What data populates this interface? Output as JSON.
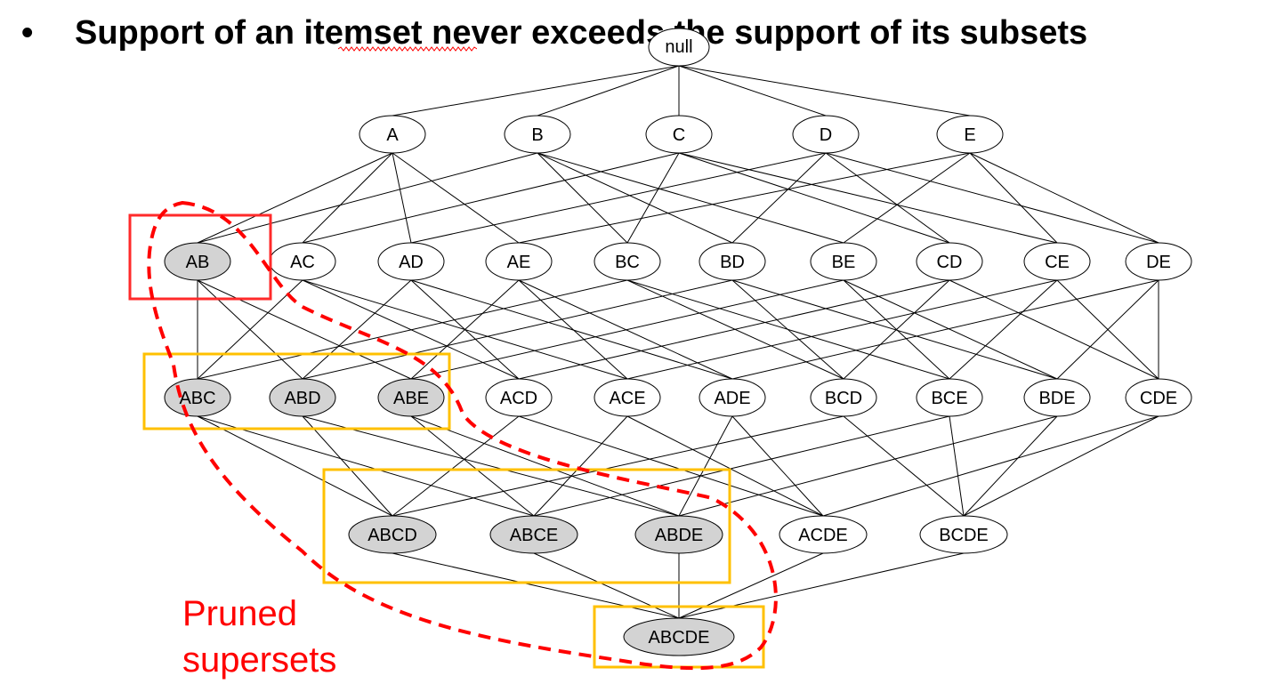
{
  "slide": {
    "bullet": "•",
    "title": "Support of an itemset never exceeds the support of its subsets"
  },
  "annotation": {
    "label": "Pruned\nsupersets",
    "color": "#ff0000"
  },
  "lattice": {
    "levels": [
      [
        {
          "id": "null",
          "label": "null",
          "pruned": false
        }
      ],
      [
        {
          "id": "A",
          "label": "A",
          "pruned": false
        },
        {
          "id": "B",
          "label": "B",
          "pruned": false
        },
        {
          "id": "C",
          "label": "C",
          "pruned": false
        },
        {
          "id": "D",
          "label": "D",
          "pruned": false
        },
        {
          "id": "E",
          "label": "E",
          "pruned": false
        }
      ],
      [
        {
          "id": "AB",
          "label": "AB",
          "pruned": true
        },
        {
          "id": "AC",
          "label": "AC",
          "pruned": false
        },
        {
          "id": "AD",
          "label": "AD",
          "pruned": false
        },
        {
          "id": "AE",
          "label": "AE",
          "pruned": false
        },
        {
          "id": "BC",
          "label": "BC",
          "pruned": false
        },
        {
          "id": "BD",
          "label": "BD",
          "pruned": false
        },
        {
          "id": "BE",
          "label": "BE",
          "pruned": false
        },
        {
          "id": "CD",
          "label": "CD",
          "pruned": false
        },
        {
          "id": "CE",
          "label": "CE",
          "pruned": false
        },
        {
          "id": "DE",
          "label": "DE",
          "pruned": false
        }
      ],
      [
        {
          "id": "ABC",
          "label": "ABC",
          "pruned": true
        },
        {
          "id": "ABD",
          "label": "ABD",
          "pruned": true
        },
        {
          "id": "ABE",
          "label": "ABE",
          "pruned": true
        },
        {
          "id": "ACD",
          "label": "ACD",
          "pruned": false
        },
        {
          "id": "ACE",
          "label": "ACE",
          "pruned": false
        },
        {
          "id": "ADE",
          "label": "ADE",
          "pruned": false
        },
        {
          "id": "BCD",
          "label": "BCD",
          "pruned": false
        },
        {
          "id": "BCE",
          "label": "BCE",
          "pruned": false
        },
        {
          "id": "BDE",
          "label": "BDE",
          "pruned": false
        },
        {
          "id": "CDE",
          "label": "CDE",
          "pruned": false
        }
      ],
      [
        {
          "id": "ABCD",
          "label": "ABCD",
          "pruned": true
        },
        {
          "id": "ABCE",
          "label": "ABCE",
          "pruned": true
        },
        {
          "id": "ABDE",
          "label": "ABDE",
          "pruned": true
        },
        {
          "id": "ACDE",
          "label": "ACDE",
          "pruned": false
        },
        {
          "id": "BCDE",
          "label": "BCDE",
          "pruned": false
        }
      ],
      [
        {
          "id": "ABCDE",
          "label": "ABCDE",
          "pruned": true
        }
      ]
    ],
    "colors": {
      "pruned_fill": "#d3d3d3",
      "node_fill": "#ffffff",
      "edge": "#000000",
      "frequent_box": "#ff2a2a",
      "pruned_box": "#ffc000",
      "boundary": "#ff0000"
    }
  }
}
